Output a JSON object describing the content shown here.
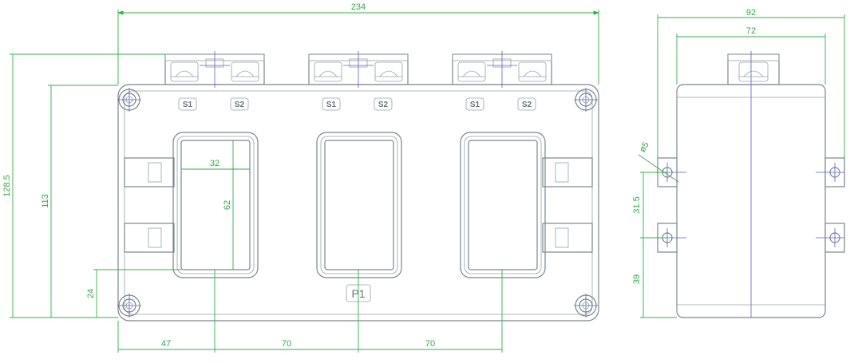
{
  "colors": {
    "outline": "#7d8590",
    "dimension": "#2fb24a",
    "center_axis": "#5a63c9",
    "background": "#ffffff"
  },
  "front_view": {
    "terminal_labels": [
      "S1",
      "S2",
      "S1",
      "S2",
      "S1",
      "S2"
    ],
    "primary_label": "P1",
    "dimensions": {
      "overall_width": "234",
      "overall_height": "128.5",
      "body_height": "113",
      "window_width": "32",
      "window_height": "62",
      "window_bottom": "24",
      "first_window_offset": "47",
      "window_pitch_1": "70",
      "window_pitch_2": "70"
    }
  },
  "side_view": {
    "dimensions": {
      "overall_depth": "92",
      "body_depth": "72",
      "hole_diameter": "ø5",
      "hole_spacing": "31.5",
      "hole_bottom": "39"
    }
  }
}
